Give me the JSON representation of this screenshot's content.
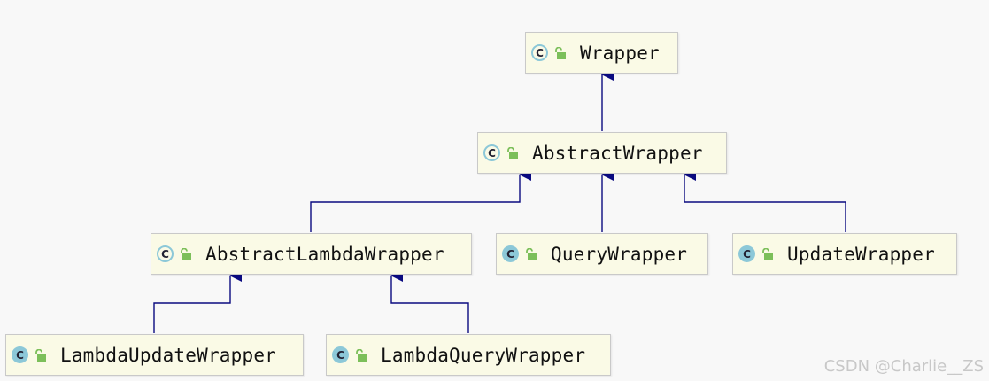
{
  "diagram": {
    "nodes": [
      {
        "id": "wrapper",
        "label": "Wrapper",
        "icon": "abstract-class-icon"
      },
      {
        "id": "abstract-wrapper",
        "label": "AbstractWrapper",
        "icon": "abstract-class-icon"
      },
      {
        "id": "abstract-lambda-wrapper",
        "label": "AbstractLambdaWrapper",
        "icon": "abstract-class-icon"
      },
      {
        "id": "query-wrapper",
        "label": "QueryWrapper",
        "icon": "class-icon"
      },
      {
        "id": "update-wrapper",
        "label": "UpdateWrapper",
        "icon": "class-icon"
      },
      {
        "id": "lambda-update-wrapper",
        "label": "LambdaUpdateWrapper",
        "icon": "class-icon"
      },
      {
        "id": "lambda-query-wrapper",
        "label": "LambdaQueryWrapper",
        "icon": "class-icon"
      }
    ],
    "edges": [
      {
        "from": "abstract-wrapper",
        "to": "wrapper"
      },
      {
        "from": "abstract-lambda-wrapper",
        "to": "abstract-wrapper"
      },
      {
        "from": "query-wrapper",
        "to": "abstract-wrapper"
      },
      {
        "from": "update-wrapper",
        "to": "abstract-wrapper"
      },
      {
        "from": "lambda-update-wrapper",
        "to": "abstract-lambda-wrapper"
      },
      {
        "from": "lambda-query-wrapper",
        "to": "abstract-lambda-wrapper"
      }
    ],
    "icon_glyph": "C",
    "colors": {
      "node_fill": "#fafae6",
      "node_border": "#c9c9c9",
      "edge": "#0a0a80",
      "class_icon": "#8cc8d8",
      "lock_icon": "#7cbf5a"
    }
  },
  "watermark": "CSDN @Charlie__ZS"
}
